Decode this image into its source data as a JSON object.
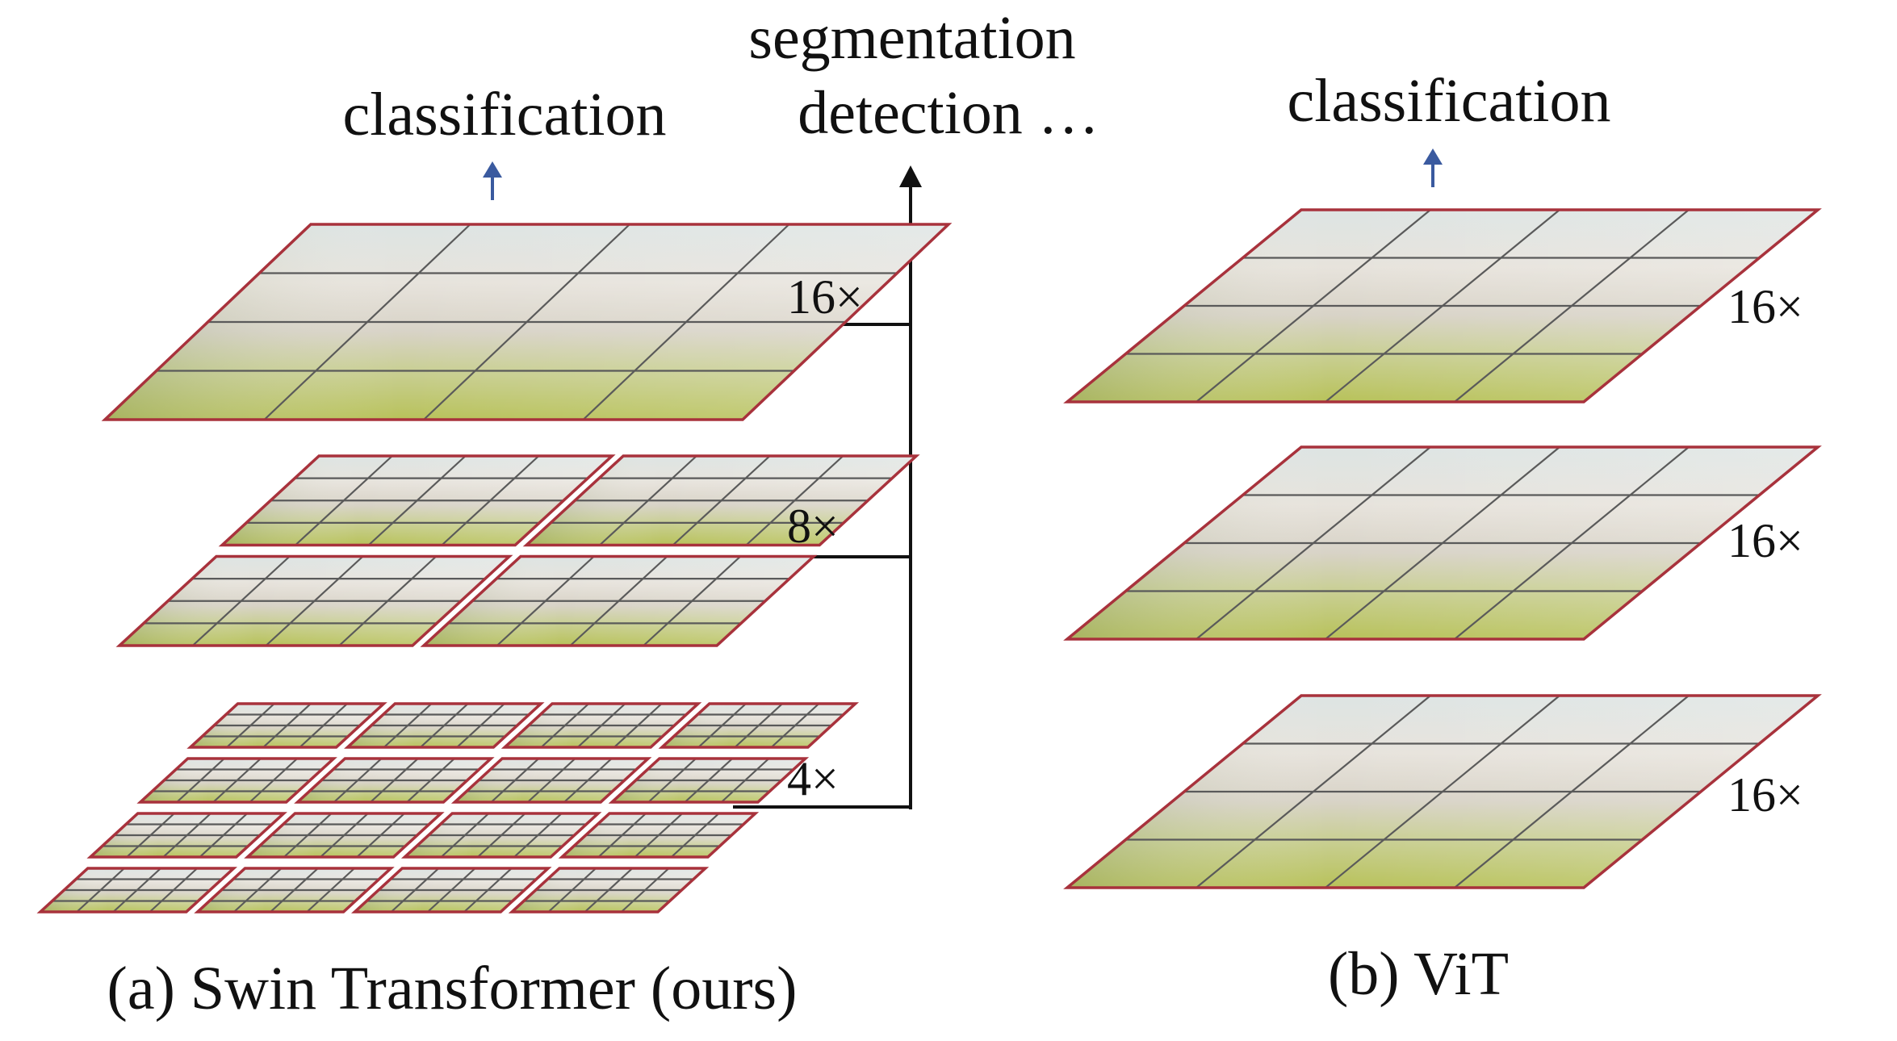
{
  "colors": {
    "frame": "#a8323c",
    "grid": "#5a5a5a",
    "arrow_blue": "#3a5a9f",
    "arrow_black": "#111111"
  },
  "swin": {
    "caption": "(a) Swin Transformer (ours)",
    "head_label": "classification",
    "dense_labels": [
      "segmentation",
      "detection …"
    ],
    "stages": [
      {
        "scale_label": "16×",
        "windows_per_side": 1,
        "patches_per_window": 4
      },
      {
        "scale_label": "8×",
        "windows_per_side": 2,
        "patches_per_window": 4
      },
      {
        "scale_label": "4×",
        "windows_per_side": 4,
        "patches_per_window": 4
      }
    ]
  },
  "vit": {
    "caption": "(b) ViT",
    "head_label": "classification",
    "stages": [
      {
        "scale_label": "16×",
        "patches_per_side": 4
      },
      {
        "scale_label": "16×",
        "patches_per_side": 4
      },
      {
        "scale_label": "16×",
        "patches_per_side": 4
      }
    ]
  }
}
